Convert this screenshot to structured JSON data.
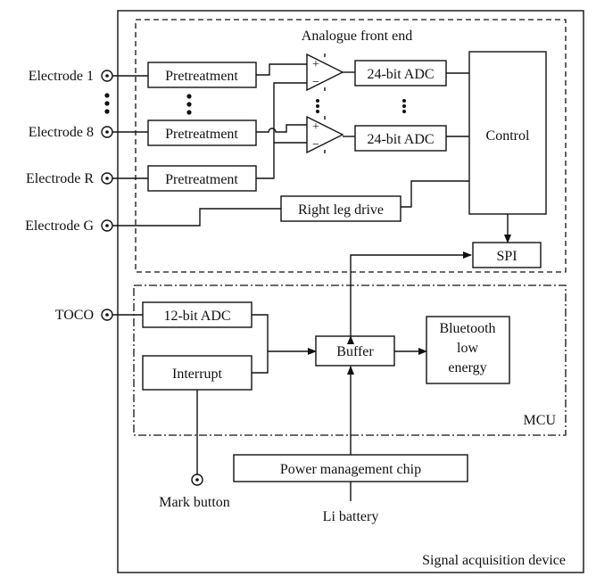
{
  "regions": {
    "device": "Signal acquisition device",
    "afe": "Analogue front end",
    "mcu": "MCU"
  },
  "inputs": {
    "electrode_1": "Electrode 1",
    "electrode_8": "Electrode 8",
    "electrode_r": "Electrode R",
    "electrode_g": "Electrode G",
    "toco": "TOCO",
    "mark_button": "Mark button",
    "li_battery": "Li battery"
  },
  "blocks": {
    "pretreatment": "Pretreatment",
    "adc24": "24-bit ADC",
    "control": "Control",
    "right_leg_drive": "Right leg drive",
    "spi": "SPI",
    "adc12": "12-bit ADC",
    "interrupt": "Interrupt",
    "buffer": "Buffer",
    "ble_line1": "Bluetooth",
    "ble_line2": "low",
    "ble_line3": "energy",
    "power": "Power management chip"
  },
  "amp_signs": {
    "plus": "+",
    "minus": "−"
  }
}
